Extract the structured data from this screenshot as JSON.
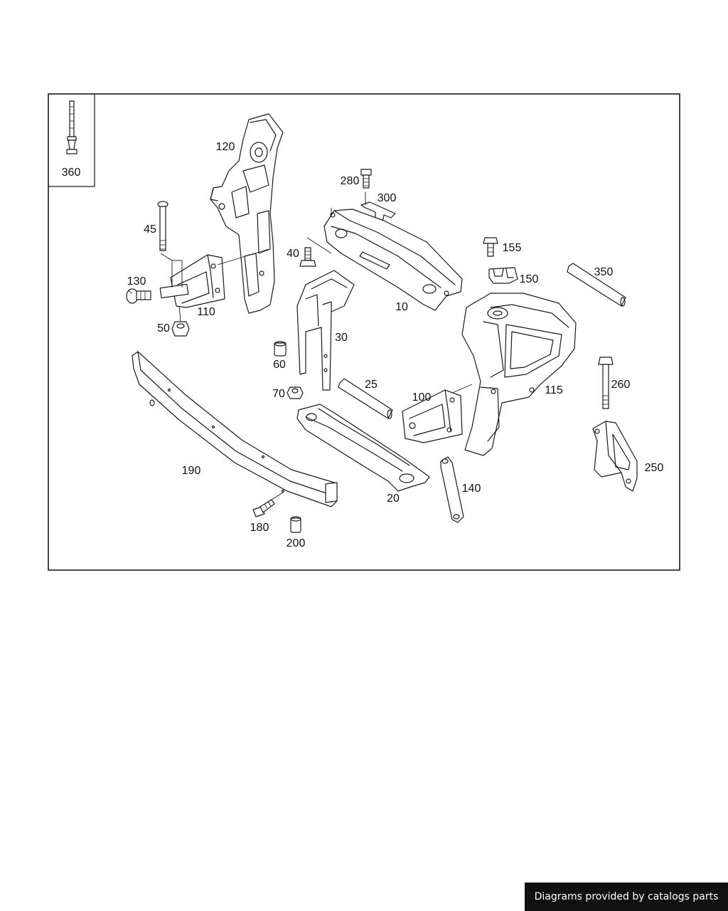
{
  "labels": {
    "p360": "360",
    "p120": "120",
    "p280": "280",
    "p300": "300",
    "p45": "45",
    "p40": "40",
    "p155": "155",
    "p150": "150",
    "p350": "350",
    "p130": "130",
    "p110": "110",
    "p10": "10",
    "p50": "50",
    "p30": "30",
    "p60": "60",
    "p115": "115",
    "p260": "260",
    "p25": "25",
    "p70": "70",
    "p100": "100",
    "p190": "190",
    "p250": "250",
    "p140": "140",
    "p20": "20",
    "p180": "180",
    "p200": "200"
  },
  "credit": "Diagrams provided by catalogs parts",
  "colors": {
    "line": "#1a1a1a",
    "background": "#ffffff",
    "credit_bg": "#111111",
    "credit_text": "#ffffff"
  }
}
